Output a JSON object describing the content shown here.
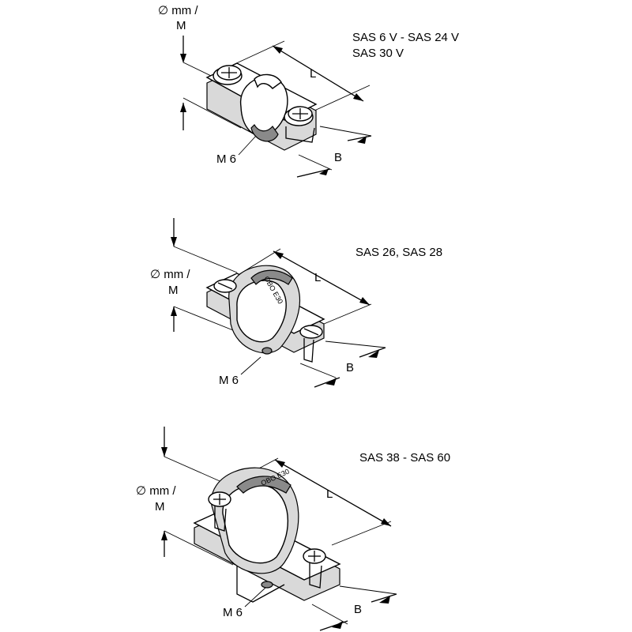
{
  "diagram": {
    "groups": [
      {
        "title_lines": [
          "SAS 6 V - SAS 24 V",
          "SAS 30 V"
        ],
        "diameter_label": [
          "∅ mm /",
          "M"
        ],
        "length_label": "L",
        "width_label": "B",
        "thread_label": "M 6"
      },
      {
        "title_lines": [
          "SAS 26, SAS 28"
        ],
        "diameter_label": [
          "∅ mm /",
          "M"
        ],
        "length_label": "L",
        "width_label": "B",
        "thread_label": "M 6",
        "stamp_text": "OBO E30"
      },
      {
        "title_lines": [
          "SAS 38 - SAS 60"
        ],
        "diameter_label": [
          "∅ mm /",
          "M"
        ],
        "length_label": "L",
        "width_label": "B",
        "thread_label": "M 6",
        "stamp_text": "OBO E30"
      }
    ]
  }
}
